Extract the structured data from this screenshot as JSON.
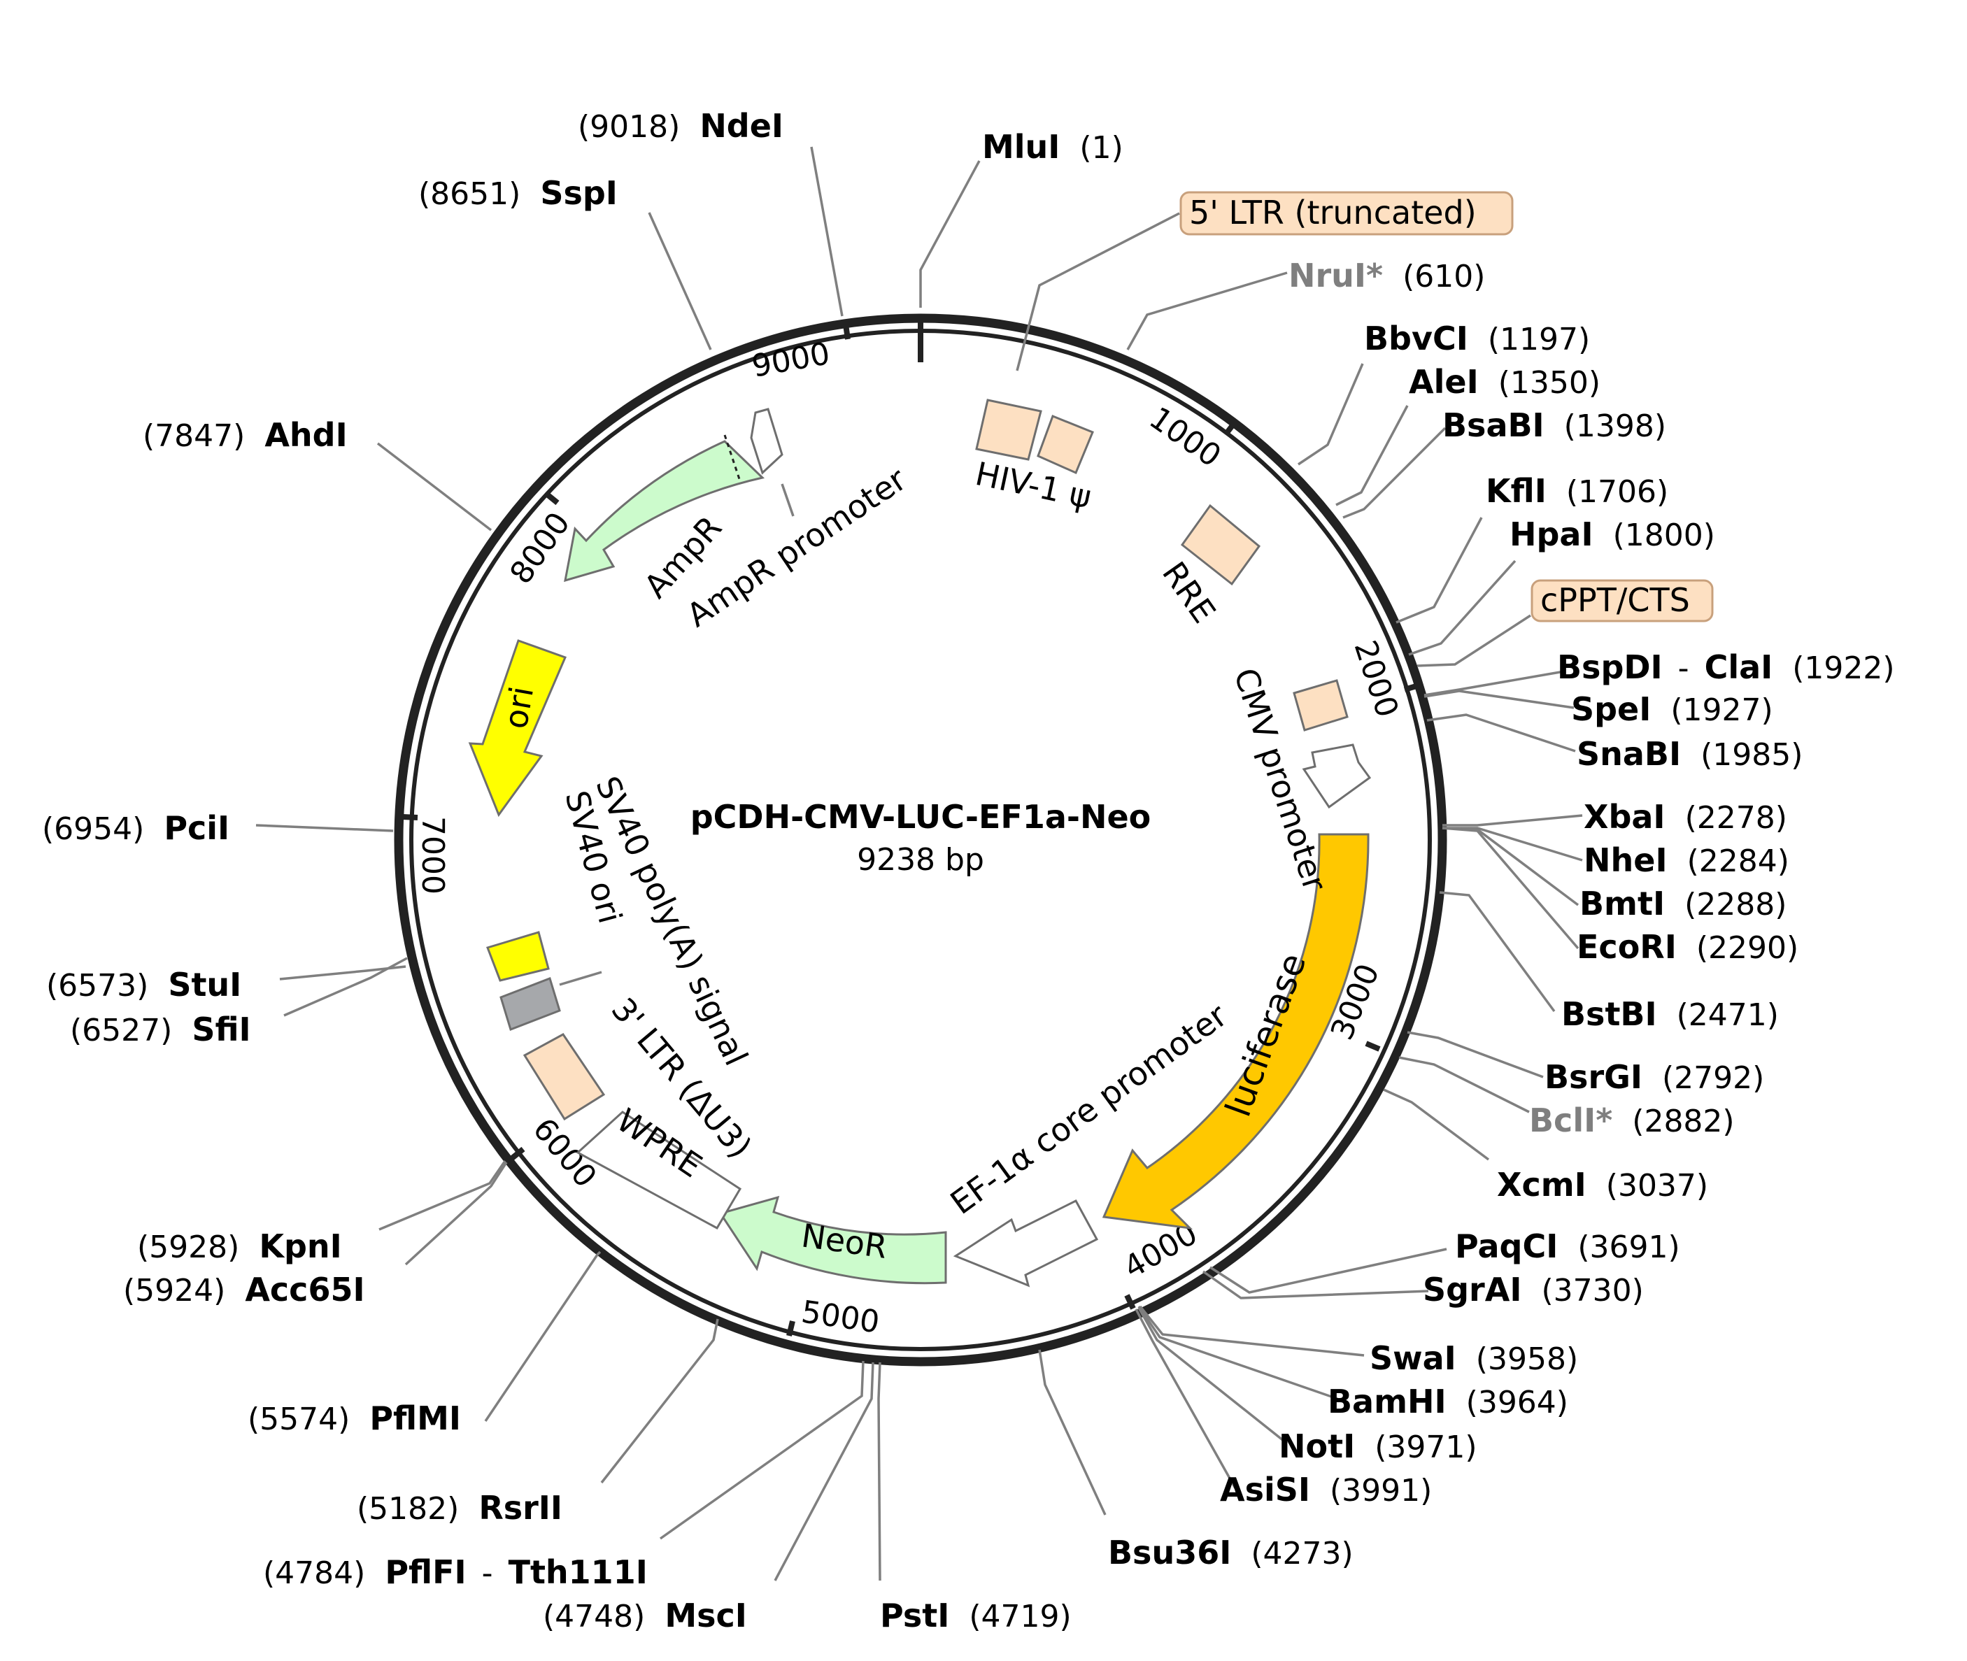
{
  "plasmid": {
    "name": "pCDH-CMV-LUC-EF1a-Neo",
    "length_label": "9238 bp"
  },
  "colors": {
    "backbone": "#222222",
    "leader": "#7f7f7f",
    "peach": "#fde0c2",
    "green": "#ccfbcc",
    "yellow": "#ffff00",
    "orange": "#ffc800",
    "grey_box": "#a6a8ab",
    "white": "#ffffff",
    "callout_fill": "#fde0c2",
    "callout_stroke": "#c8a07c"
  },
  "ticks": [
    "1000",
    "2000",
    "3000",
    "4000",
    "5000",
    "6000",
    "7000",
    "8000",
    "9000"
  ],
  "sites": [
    {
      "name": "NdeI",
      "pos": "(9018)"
    },
    {
      "name": "MluI",
      "pos": "(1)"
    },
    {
      "name": "SspI",
      "pos": "(8651)"
    },
    {
      "name": "NruI*",
      "pos": "(610)"
    },
    {
      "name": "BbvCI",
      "pos": "(1197)"
    },
    {
      "name": "AleI",
      "pos": "(1350)"
    },
    {
      "name": "BsaBI",
      "pos": "(1398)"
    },
    {
      "name": "AhdI",
      "pos": "(7847)"
    },
    {
      "name": "KflI",
      "pos": "(1706)"
    },
    {
      "name": "HpaI",
      "pos": "(1800)"
    },
    {
      "name": "BspDI",
      "sep": "-",
      "name2": "ClaI",
      "pos": "(1922)"
    },
    {
      "name": "SpeI",
      "pos": "(1927)"
    },
    {
      "name": "SnaBI",
      "pos": "(1985)"
    },
    {
      "name": "PciI",
      "pos": "(6954)"
    },
    {
      "name": "XbaI",
      "pos": "(2278)"
    },
    {
      "name": "NheI",
      "pos": "(2284)"
    },
    {
      "name": "BmtI",
      "pos": "(2288)"
    },
    {
      "name": "EcoRI",
      "pos": "(2290)"
    },
    {
      "name": "StuI",
      "pos": "(6573)"
    },
    {
      "name": "SfiI",
      "pos": "(6527)"
    },
    {
      "name": "BstBI",
      "pos": "(2471)"
    },
    {
      "name": "BsrGI",
      "pos": "(2792)"
    },
    {
      "name": "BclI*",
      "pos": "(2882)"
    },
    {
      "name": "XcmI",
      "pos": "(3037)"
    },
    {
      "name": "KpnI",
      "pos": "(5928)"
    },
    {
      "name": "Acc65I",
      "pos": "(5924)"
    },
    {
      "name": "PaqCI",
      "pos": "(3691)"
    },
    {
      "name": "SgrAI",
      "pos": "(3730)"
    },
    {
      "name": "SwaI",
      "pos": "(3958)"
    },
    {
      "name": "BamHI",
      "pos": "(3964)"
    },
    {
      "name": "NotI",
      "pos": "(3971)"
    },
    {
      "name": "AsiSI",
      "pos": "(3991)"
    },
    {
      "name": "PflMI",
      "pos": "(5574)"
    },
    {
      "name": "RsrII",
      "pos": "(5182)"
    },
    {
      "name": "PflFI",
      "sep": "-",
      "name2": "Tth111I",
      "pos": "(4784)"
    },
    {
      "name": "MscI",
      "pos": "(4748)"
    },
    {
      "name": "PstI",
      "pos": "(4719)"
    },
    {
      "name": "Bsu36I",
      "pos": "(4273)"
    }
  ],
  "callouts": [
    "5' LTR (truncated)",
    "cPPT/CTS"
  ],
  "features": {
    "hiv_psi": "HIV-1 ψ",
    "rre": "RRE",
    "cmv_promoter": "CMV promoter",
    "luciferase": "luciferase",
    "ef1a": "EF-1α core promoter",
    "neor": "NeoR",
    "wpre": "WPRE",
    "ltr3": "3' LTR (ΔU3)",
    "sv40_polya": "SV40 poly(A) signal",
    "sv40_ori": "SV40 ori",
    "ori": "ori",
    "ampr": "AmpR",
    "ampr_promoter": "AmpR promoter"
  }
}
